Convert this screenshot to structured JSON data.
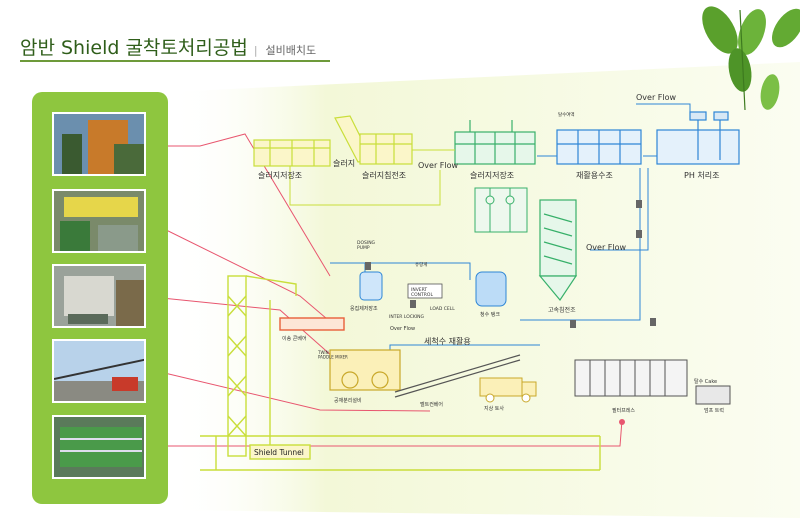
{
  "header": {
    "title": "암반 Shield 굴착토처리공법",
    "separator": "|",
    "subtitle": "설비배치도"
  },
  "labels": {
    "sludge_tank_1": "슬러지저장조",
    "sludge": "슬러지",
    "sludge_settling": "슬러지침전조",
    "over_flow_1": "Over Flow",
    "sludge_tank_2": "슬러지저장조",
    "recycle_tank": "재활용수조",
    "ph_tank": "PH 처리조",
    "over_flow_top": "Over Flow",
    "over_flow_mid": "Over Flow",
    "over_flow_small": "Over Flow",
    "dosing_pump": "DOSING\nPUMP",
    "invert_control": "INVERT\nCONTROL",
    "inter_locking": "INTER LOCKING",
    "load_cell": "LOAD CELL",
    "wash_recycle": "세척수 재활용",
    "high_speed_settling": "고속침전조",
    "shield_tunnel": "Shield Tunnel",
    "filter_press": "필터프레스",
    "dewater_cake": "탈수 Cake",
    "dump_truck": "덤프 트럭",
    "belt_conveyor": "벨트컨베어",
    "screen_conveyor": "이송 콘베어",
    "separator_unit": "공재분리설비",
    "twin_mixer": "TWIN\nPADDLE MIXER",
    "water_tank": "청수 탱크",
    "chem_tank": "응집제저장조",
    "dump": "지상 토사",
    "tunnel_small": "유량계",
    "dewater_note": "탈수여액"
  },
  "colors": {
    "accent": "#8ec63f",
    "title": "#2f5e1a",
    "structure": "#c9de3a",
    "tank_blue": "#2e86d6",
    "pink_line": "#e8566f"
  }
}
